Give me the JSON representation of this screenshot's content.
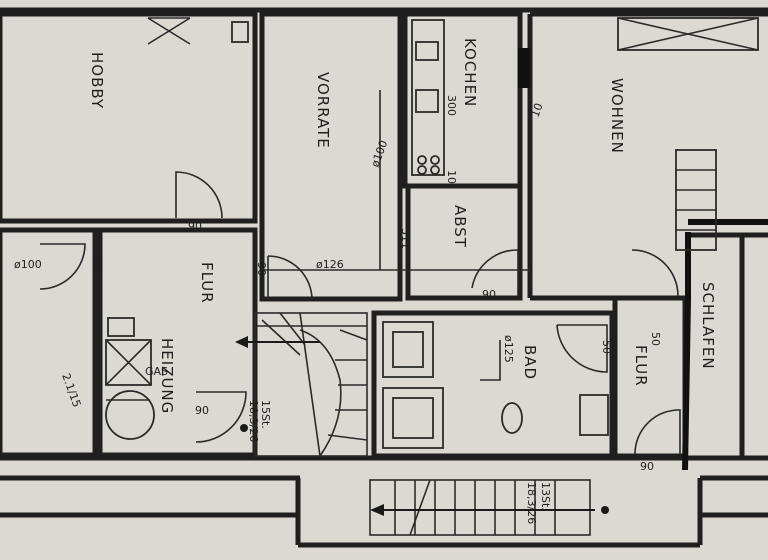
{
  "rooms": {
    "hobby": "HOBBY",
    "vorrate": "VORRATE",
    "kochen": "KOCHEN",
    "wohnen": "WOHNEN",
    "abst": "ABST",
    "flur_left": "FLUR",
    "heizung": "HEIZUNG",
    "bad": "BAD",
    "flur_right": "FLUR",
    "schlafen": "SCHLAFEN"
  },
  "dimensions": {
    "kochen_width": "300",
    "kochen_counter": "10",
    "wall_10": "10",
    "hobby_door": "90",
    "heizung_door": "90",
    "abst_door": "90",
    "flur_door": "90",
    "vorrate_door": "90",
    "left_door": "90",
    "bad_door": "50",
    "flur_right_door": "50",
    "vorrate_pipe": "ø100",
    "flur_pipe": "ø126",
    "left_pipe": "ø100",
    "bad_pipe": "ø125",
    "abst_dim": "311",
    "stair_inner_1": "15St.",
    "stair_inner_2": "18,3/26",
    "stair_outer_1": "13St.",
    "stair_outer_2": "18,3/26",
    "heizung_note": "GAS",
    "left_note": "2.1/15"
  }
}
